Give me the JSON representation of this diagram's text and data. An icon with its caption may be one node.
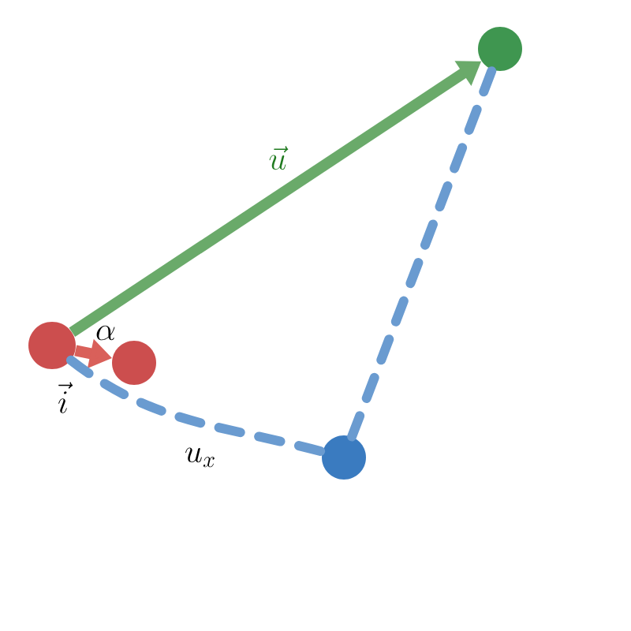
{
  "diagram": {
    "nodes": [
      {
        "text": [],
        "shape": "circle"
      },
      {
        "text": [],
        "shape": "circle"
      },
      {
        "text": [],
        "shape": "circle"
      },
      {
        "text": [],
        "shape": "circle"
      }
    ],
    "edges": [
      {
        "from": 0,
        "to": 3,
        "arrow": "to",
        "label": "\\vec{u}",
        "color": "#6aaa6a"
      },
      {
        "from": 0,
        "to": 1,
        "arrow": "to",
        "label": "\\vec{i}",
        "color": "#d9605a"
      },
      {
        "from": 0,
        "to": 2,
        "arrow": "none",
        "label": "u_x",
        "style": "dashed"
      },
      {
        "from": 2,
        "to": 3,
        "arrow": "none",
        "style": "dashed"
      }
    ],
    "labels": [
      "\\alpha"
    ]
  }
}
